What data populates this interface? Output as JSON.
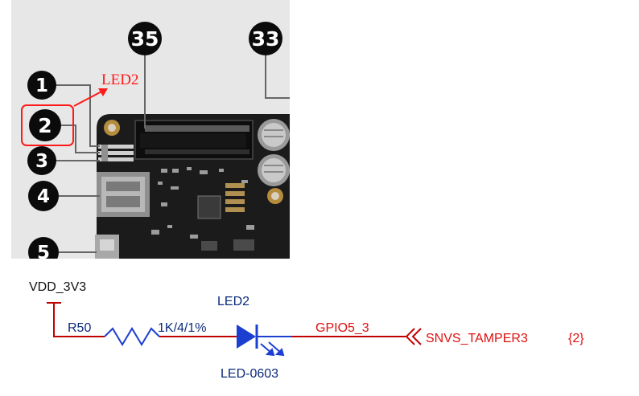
{
  "photo": {
    "callout_label": "LED2",
    "badges": {
      "b35": "35",
      "b33": "33",
      "b1": "1",
      "b2": "2",
      "b3": "3",
      "b4": "4",
      "b5": "5"
    }
  },
  "schematic": {
    "power_net": "VDD_3V3",
    "resistor_ref": "R50",
    "resistor_value": "1K/4/1%",
    "led_ref": "LED2",
    "led_package": "LED-0603",
    "signal_net": "GPIO5_3",
    "offpage_signal": "SNVS_TAMPER3",
    "page_ref": "{2}"
  },
  "colors": {
    "board": "#1b1b1b",
    "photo_bg": "#e7e7e7",
    "wire_red": "#c00000",
    "wire_blue": "#1c3fd1",
    "label_navy": "#0a2a7a",
    "label_red": "#e01010"
  }
}
